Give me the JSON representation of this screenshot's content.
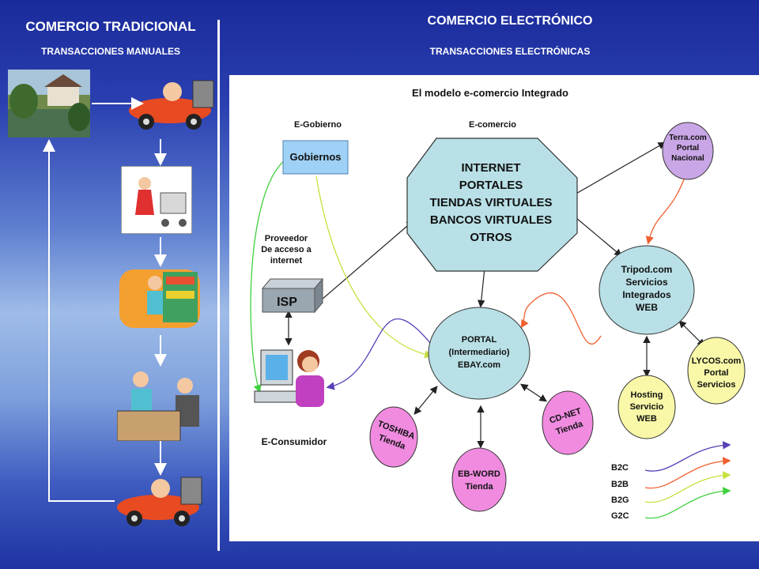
{
  "left": {
    "title": "COMERCIO TRADICIONAL",
    "subtitle": "TRANSACCIONES MANUALES"
  },
  "right": {
    "title": "COMERCIO ELECTRÓNICO",
    "subtitle": "TRANSACCIONES ELECTRÓNICAS"
  },
  "diagram": {
    "title": "El modelo e-comercio Integrado",
    "egobierno_label": "E-Gobierno",
    "ecomercio_label": "E-comercio",
    "gobiernos": "Gobiernos",
    "center_lines": [
      "INTERNET",
      "PORTALES",
      "TIENDAS VIRTUALES",
      "BANCOS VIRTUALES",
      "OTROS"
    ],
    "terra_lines": [
      "Terra.com",
      "Portal",
      "Nacional"
    ],
    "tripod_lines": [
      "Tripod.com",
      "Servicios",
      "Integrados",
      "WEB"
    ],
    "proveedor_lines": [
      "Proveedor",
      "De acceso a",
      "internet"
    ],
    "isp": "ISP",
    "portal_lines": [
      "PORTAL",
      "(Intermediario)",
      "EBAY.com"
    ],
    "lycos_lines": [
      "LYCOS.com",
      "Portal",
      "Servicios"
    ],
    "hosting_lines": [
      "Hosting",
      "Servicio",
      "WEB"
    ],
    "toshiba_lines": [
      "TOSHIBA",
      "Tienda"
    ],
    "cdnet_lines": [
      "CD-NET",
      "Tienda"
    ],
    "ebword_lines": [
      "EB-WORD",
      "Tienda"
    ],
    "econsumidor": "E-Consumidor",
    "legend": [
      "B2C",
      "B2B",
      "B2G",
      "G2C"
    ],
    "colors": {
      "octagon": "#b8e0e6",
      "purple_node": "#c9a6e6",
      "teal_node": "#b8e0e6",
      "pink_node": "#f08be0",
      "yellow_node": "#f8f8a8",
      "blue_box": "#9fd0f5",
      "b2c": "#5a3fb8",
      "b2b": "#f06030",
      "b2g": "#c8e040",
      "g2c": "#40d040"
    }
  }
}
